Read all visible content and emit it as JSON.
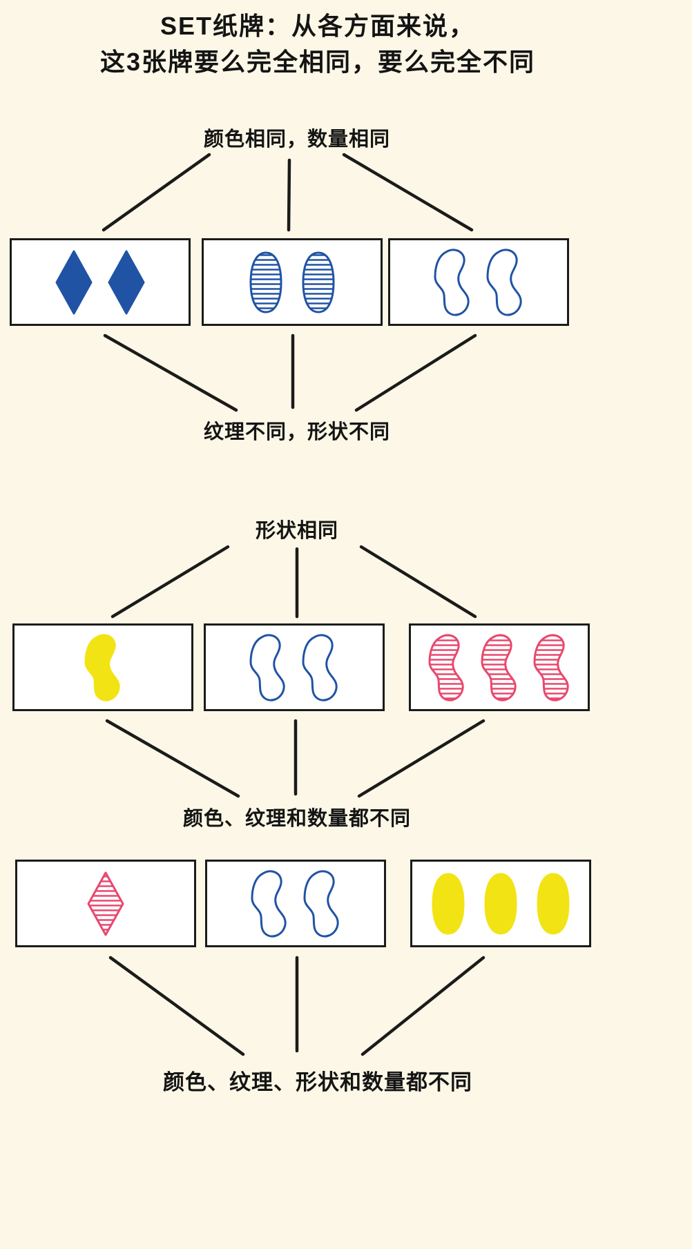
{
  "title": {
    "line1": "SET纸牌：从各方面来说，",
    "line2": "这3张牌要么完全相同，要么完全不同"
  },
  "labels": {
    "top1": "颜色相同，数量相同",
    "bottom1": "纹理不同，形状不同",
    "top2": "形状相同",
    "bottom2": "颜色、纹理和数量都不同",
    "bottom3": "颜色、纹理、形状和数量都不同"
  },
  "colors": {
    "blue": "#2053a4",
    "red": "#e8486d",
    "yellow": "#f2e314",
    "line": "#1b1b1b",
    "card_border": "#1b1b1b",
    "background": "#fcf7e6"
  },
  "cards": {
    "row1": [
      {
        "shape": "diamond",
        "color": "blue",
        "fill": "solid",
        "count": 2
      },
      {
        "shape": "oval",
        "color": "blue",
        "fill": "striped",
        "count": 2
      },
      {
        "shape": "squiggle",
        "color": "blue",
        "fill": "outline",
        "count": 2
      }
    ],
    "row2": [
      {
        "shape": "squiggle",
        "color": "yellow",
        "fill": "solid",
        "count": 1
      },
      {
        "shape": "squiggle",
        "color": "blue",
        "fill": "outline",
        "count": 2
      },
      {
        "shape": "squiggle",
        "color": "red",
        "fill": "striped",
        "count": 3
      }
    ],
    "row3": [
      {
        "shape": "diamond",
        "color": "red",
        "fill": "striped",
        "count": 1
      },
      {
        "shape": "squiggle",
        "color": "blue",
        "fill": "outline",
        "count": 2
      },
      {
        "shape": "oval",
        "color": "yellow",
        "fill": "solid",
        "count": 3
      }
    ]
  }
}
